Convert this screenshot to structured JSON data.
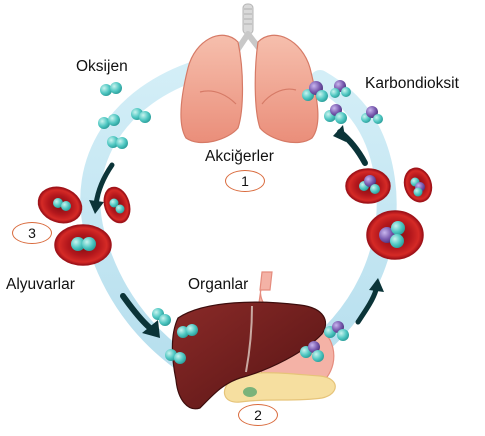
{
  "labels": {
    "oxygen": "Oksijen",
    "carbon_dioxide": "Karbondioksit",
    "lungs": "Akciğerler",
    "blood_cells": "Alyuvarlar",
    "organs": "Organlar"
  },
  "step_numbers": {
    "lungs": "1",
    "organs": "2",
    "blood_cells": "3"
  },
  "colors": {
    "circulation_band": "#c4e6f2",
    "red_blood_cell": "#c81e1e",
    "oxygen_molecule": "#4fc7c2",
    "carbon_atom": "#7a5bb0",
    "lung": "#f0a590",
    "liver": "#6e1e1e",
    "stomach": "#f4b2a6",
    "pancreas": "#f6dfa0",
    "arrow": "#0b3438",
    "number_ring": "#d96a3c"
  },
  "icons": [
    "lungs-icon",
    "liver-icon",
    "stomach-icon",
    "pancreas-icon",
    "red-blood-cell-icon",
    "oxygen-molecule-icon",
    "carbon-dioxide-molecule-icon",
    "flow-arrow-icon"
  ]
}
